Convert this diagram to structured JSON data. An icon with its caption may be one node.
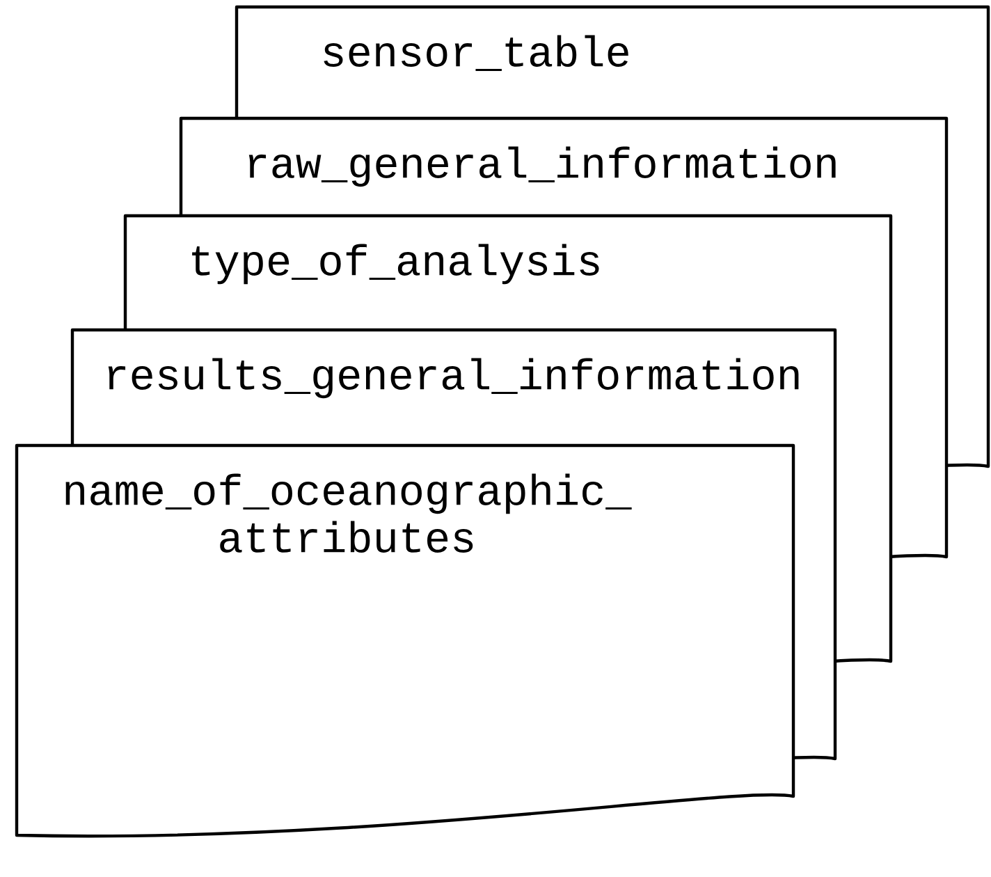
{
  "diagram": {
    "nodes": [
      {
        "text": [
          "sensor_table"
        ]
      },
      {
        "text": [
          "raw_general_information"
        ]
      },
      {
        "text": [
          "type_of_analysis"
        ]
      },
      {
        "text": [
          "results_general_information"
        ]
      },
      {
        "text": [
          "name_of_oceanographic_ attributes"
        ]
      }
    ]
  }
}
